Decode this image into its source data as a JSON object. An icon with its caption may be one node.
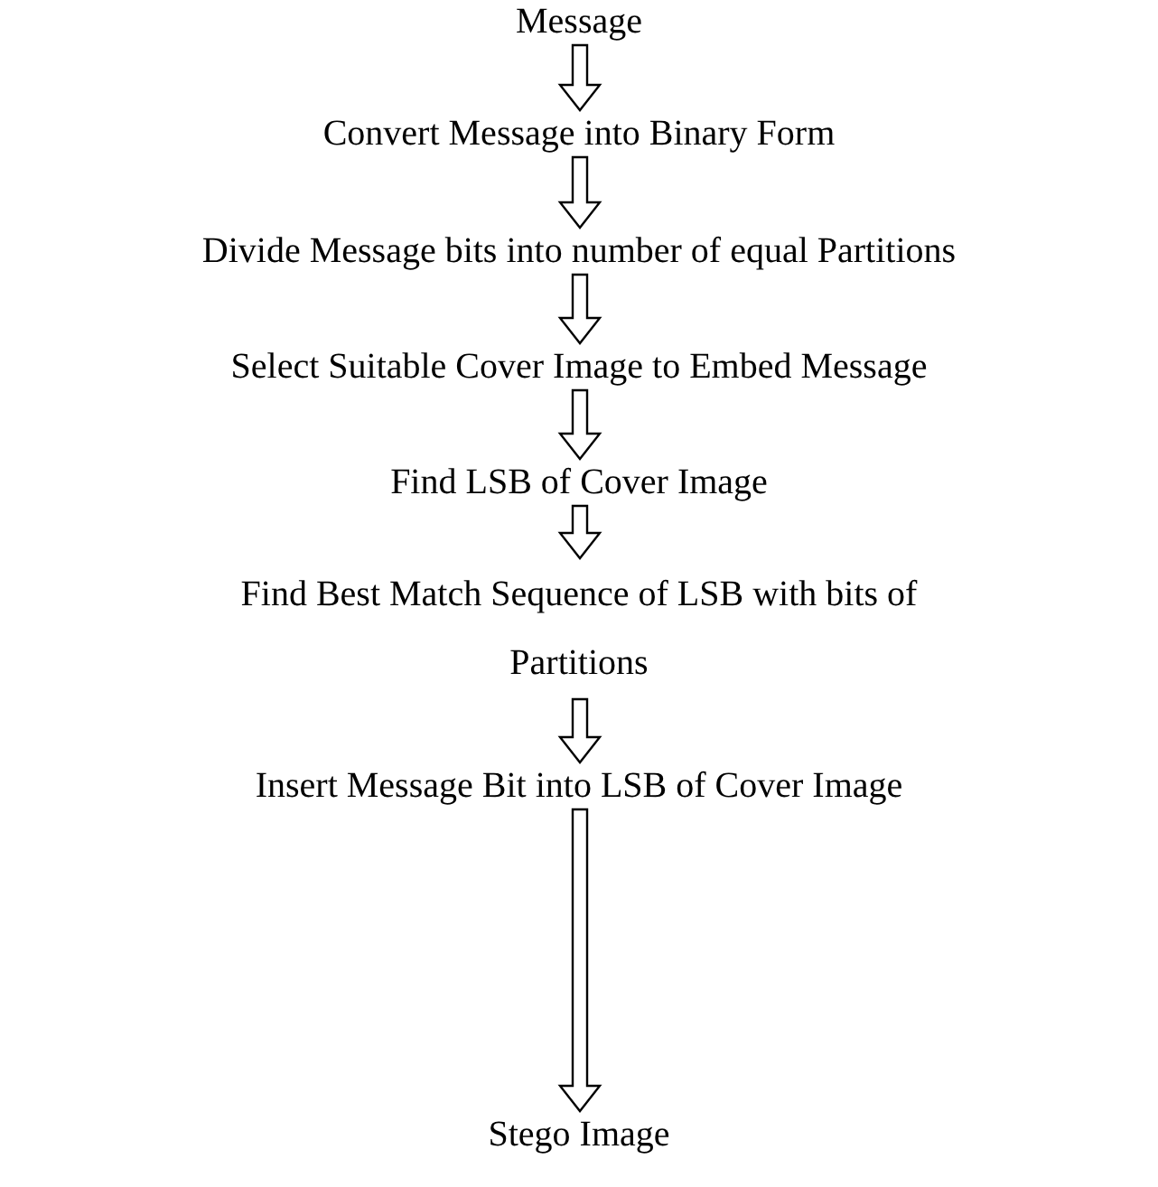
{
  "diagram": {
    "nodes": [
      {
        "text": [
          "Message"
        ]
      },
      {
        "text": [
          "Convert Message into Binary Form"
        ]
      },
      {
        "text": [
          "Divide Message bits into number of equal Partitions"
        ]
      },
      {
        "text": [
          "Select Suitable Cover Image to Embed Message"
        ]
      },
      {
        "text": [
          "Find LSB of Cover Image"
        ]
      },
      {
        "text": [
          "Find Best Match Sequence of LSB with bits of Partitions"
        ]
      },
      {
        "text": [
          "Insert Message Bit into LSB of Cover Image"
        ]
      },
      {
        "text": [
          "Stego Image"
        ]
      }
    ],
    "edges": [
      {
        "from": 0,
        "to": 1,
        "arrow": "to"
      },
      {
        "from": 1,
        "to": 2,
        "arrow": "to"
      },
      {
        "from": 2,
        "to": 3,
        "arrow": "to"
      },
      {
        "from": 3,
        "to": 4,
        "arrow": "to"
      },
      {
        "from": 4,
        "to": 5,
        "arrow": "to"
      },
      {
        "from": 5,
        "to": 6,
        "arrow": "to"
      },
      {
        "from": 6,
        "to": 7,
        "arrow": "to"
      }
    ]
  }
}
